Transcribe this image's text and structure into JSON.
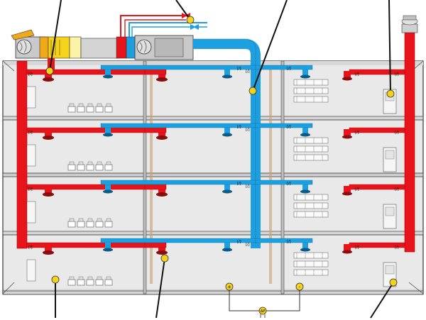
{
  "diagram": {
    "floors": 4,
    "sections": 3,
    "colors": {
      "supply_duct": "#e8141b",
      "return_duct": "#1ea0e0",
      "marker": "#f6d31a",
      "wall": "#cfcfcf",
      "floor": "#e6e6e6",
      "frame": "#333333",
      "column_wood": "#c8a070"
    },
    "damper_label": "[/]",
    "pressure_signs": {
      "plus": "+",
      "minus": "-",
      "gauge": "ΔP"
    }
  }
}
